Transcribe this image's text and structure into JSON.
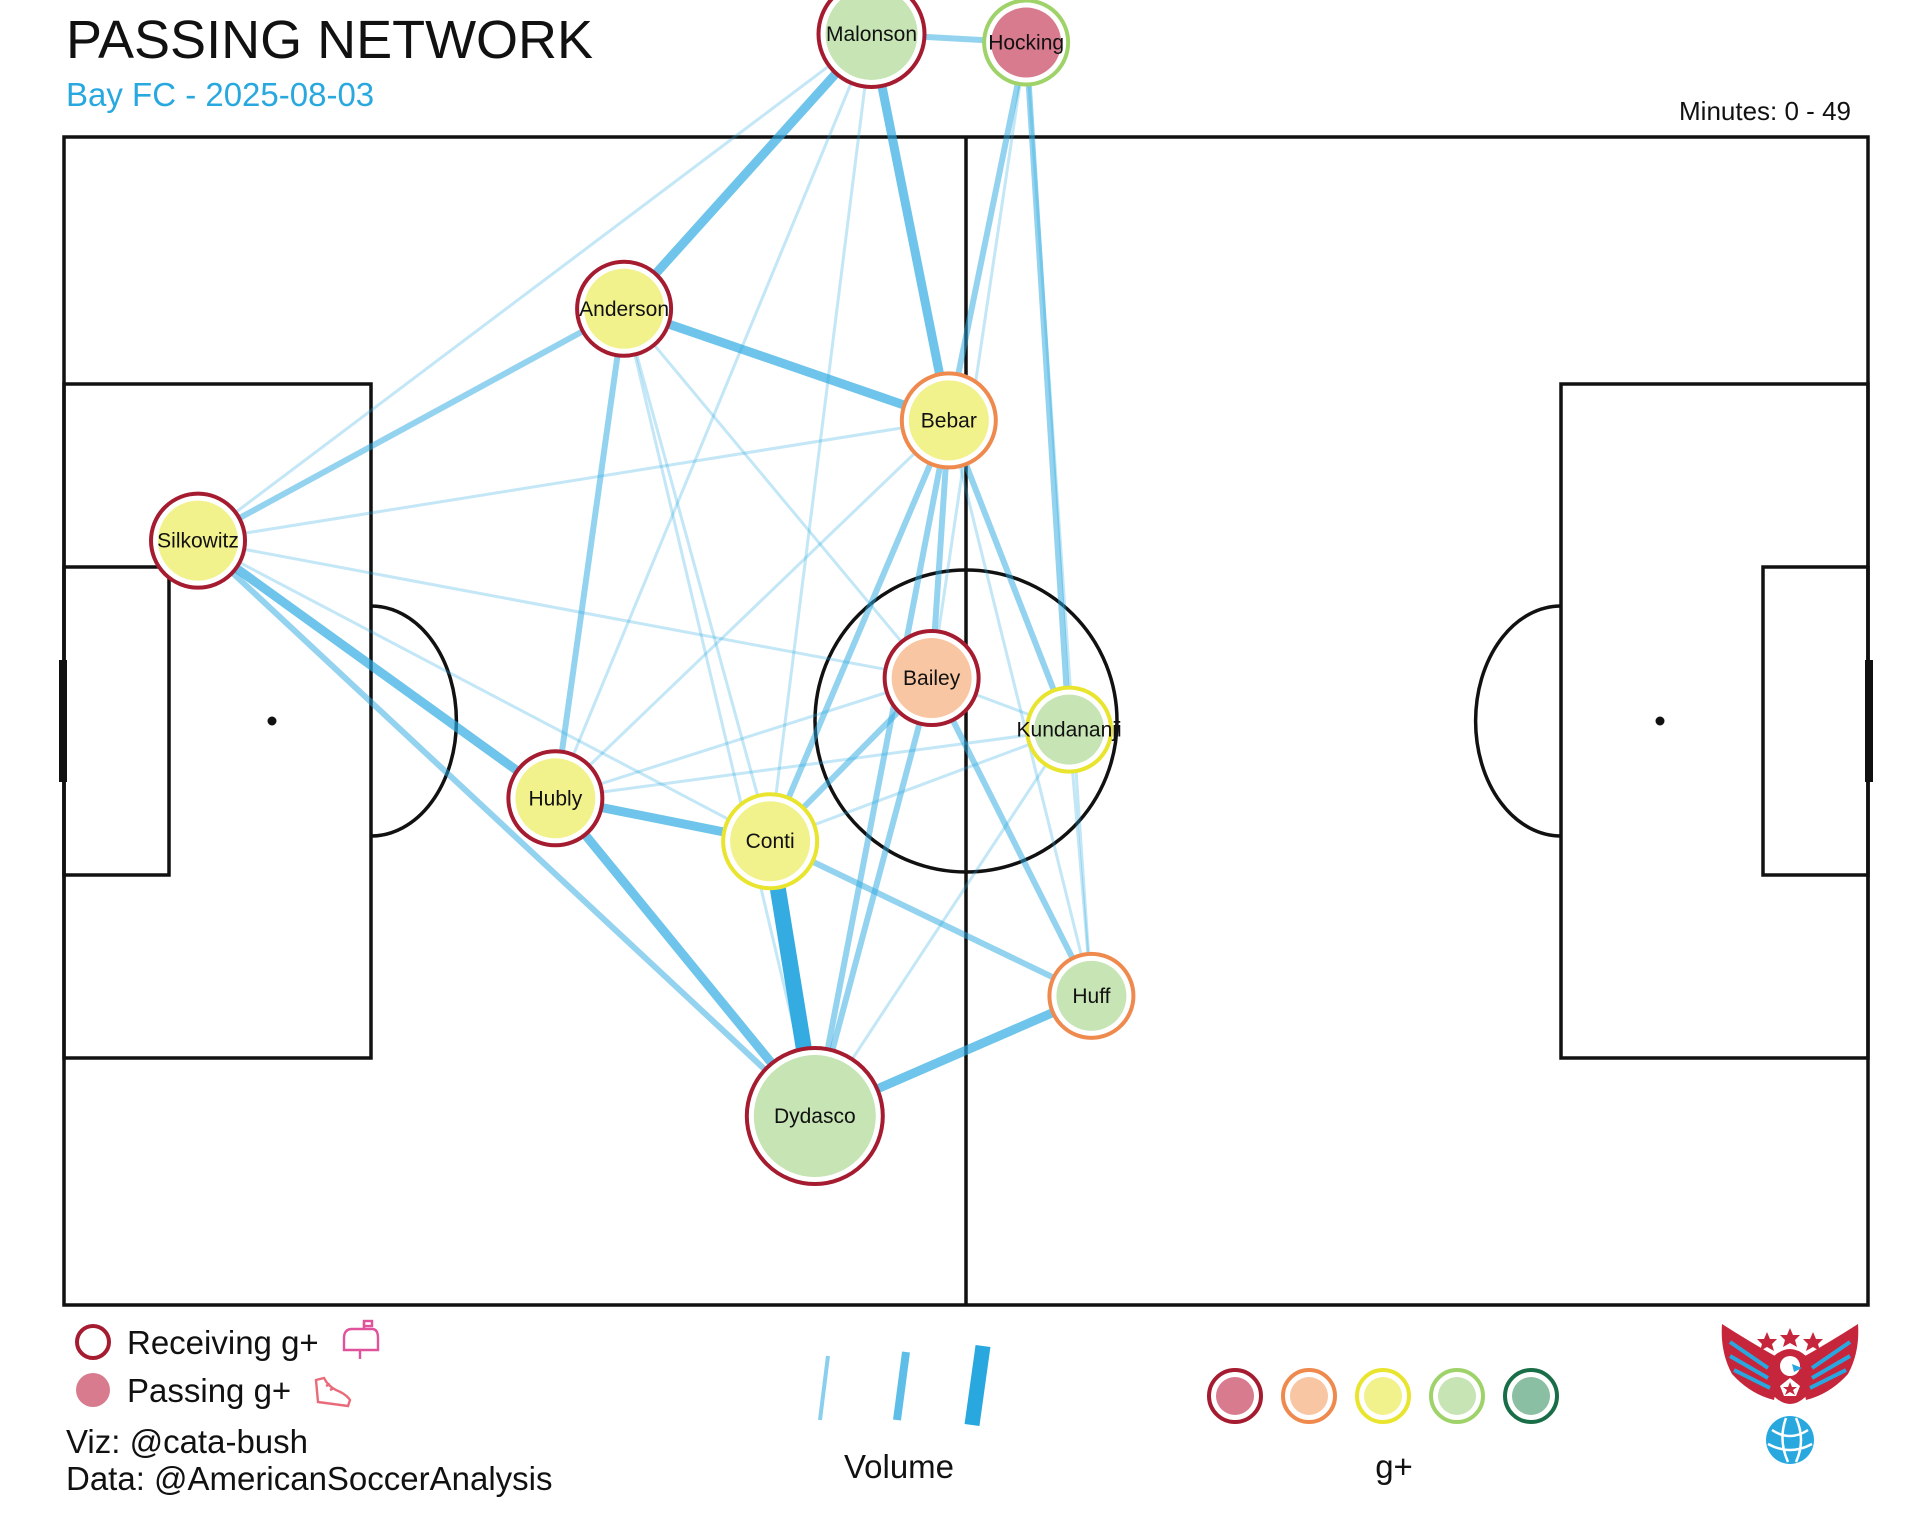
{
  "header": {
    "title": "PASSING NETWORK",
    "subtitle": "Bay FC - 2025-08-03",
    "minutes": "Minutes: 0 - 49"
  },
  "colors": {
    "accent": "#29a8e0",
    "edge": "#29a8e0",
    "gplus_scale": [
      "#d97b8f",
      "#f9c6a3",
      "#f2f28c",
      "#c6e4b4",
      "#8bbfa3"
    ],
    "gplus_rings": [
      "#a51c30",
      "#ef8a4e",
      "#e9e42e",
      "#9fd36a",
      "#1a6e47"
    ]
  },
  "chart_data": {
    "type": "network",
    "title": "PASSING NETWORK",
    "subtitle": "Bay FC - 2025-08-03",
    "minutes": "Minutes: 0 - 49",
    "nodes": [
      {
        "name": "Malonson",
        "x": 47.0,
        "y": 74.0,
        "size": 3,
        "passing_level": 3,
        "receiving_level": 0
      },
      {
        "name": "Hocking",
        "x": 56.0,
        "y": 73.5,
        "size": 1,
        "passing_level": 0,
        "receiving_level": 3
      },
      {
        "name": "Anderson",
        "x": 32.6,
        "y": 58.0,
        "size": 2,
        "passing_level": 2,
        "receiving_level": 0
      },
      {
        "name": "Bebar",
        "x": 51.5,
        "y": 51.5,
        "size": 2,
        "passing_level": 2,
        "receiving_level": 1
      },
      {
        "name": "Silkowitz",
        "x": 7.8,
        "y": 44.5,
        "size": 2,
        "passing_level": 2,
        "receiving_level": 0
      },
      {
        "name": "Bailey",
        "x": 50.5,
        "y": 36.5,
        "size": 2,
        "passing_level": 1,
        "receiving_level": 0
      },
      {
        "name": "Kundananji",
        "x": 58.5,
        "y": 33.5,
        "size": 1,
        "passing_level": 3,
        "receiving_level": 2
      },
      {
        "name": "Hubly",
        "x": 28.6,
        "y": 29.5,
        "size": 2,
        "passing_level": 2,
        "receiving_level": 0
      },
      {
        "name": "Conti",
        "x": 41.1,
        "y": 27.0,
        "size": 2,
        "passing_level": 2,
        "receiving_level": 2
      },
      {
        "name": "Huff",
        "x": 59.8,
        "y": 18.0,
        "size": 1,
        "passing_level": 3,
        "receiving_level": 1
      },
      {
        "name": "Dydasco",
        "x": 43.7,
        "y": 11.0,
        "size": 4,
        "passing_level": 3,
        "receiving_level": 0
      }
    ],
    "edges": [
      {
        "source": "Silkowitz",
        "target": "Hubly",
        "volume": 3
      },
      {
        "source": "Silkowitz",
        "target": "Dydasco",
        "volume": 2
      },
      {
        "source": "Silkowitz",
        "target": "Anderson",
        "volume": 2
      },
      {
        "source": "Silkowitz",
        "target": "Malonson",
        "volume": 1
      },
      {
        "source": "Silkowitz",
        "target": "Bebar",
        "volume": 1
      },
      {
        "source": "Silkowitz",
        "target": "Conti",
        "volume": 1
      },
      {
        "source": "Silkowitz",
        "target": "Bailey",
        "volume": 1
      },
      {
        "source": "Anderson",
        "target": "Malonson",
        "volume": 3
      },
      {
        "source": "Anderson",
        "target": "Bebar",
        "volume": 3
      },
      {
        "source": "Anderson",
        "target": "Hubly",
        "volume": 2
      },
      {
        "source": "Anderson",
        "target": "Conti",
        "volume": 1
      },
      {
        "source": "Anderson",
        "target": "Dydasco",
        "volume": 1
      },
      {
        "source": "Anderson",
        "target": "Bailey",
        "volume": 1
      },
      {
        "source": "Malonson",
        "target": "Bebar",
        "volume": 3
      },
      {
        "source": "Malonson",
        "target": "Hocking",
        "volume": 2
      },
      {
        "source": "Malonson",
        "target": "Conti",
        "volume": 1
      },
      {
        "source": "Malonson",
        "target": "Hubly",
        "volume": 1
      },
      {
        "source": "Hocking",
        "target": "Bebar",
        "volume": 2
      },
      {
        "source": "Hocking",
        "target": "Bailey",
        "volume": 1
      },
      {
        "source": "Hocking",
        "target": "Kundananji",
        "volume": 2
      },
      {
        "source": "Hocking",
        "target": "Huff",
        "volume": 1
      },
      {
        "source": "Bebar",
        "target": "Dydasco",
        "volume": 2
      },
      {
        "source": "Bebar",
        "target": "Conti",
        "volume": 2
      },
      {
        "source": "Bebar",
        "target": "Kundananji",
        "volume": 2
      },
      {
        "source": "Bebar",
        "target": "Huff",
        "volume": 1
      },
      {
        "source": "Bebar",
        "target": "Bailey",
        "volume": 2
      },
      {
        "source": "Bebar",
        "target": "Hubly",
        "volume": 1
      },
      {
        "source": "Hubly",
        "target": "Conti",
        "volume": 3
      },
      {
        "source": "Hubly",
        "target": "Dydasco",
        "volume": 3
      },
      {
        "source": "Hubly",
        "target": "Bailey",
        "volume": 1
      },
      {
        "source": "Hubly",
        "target": "Kundananji",
        "volume": 1
      },
      {
        "source": "Conti",
        "target": "Dydasco",
        "volume": 4
      },
      {
        "source": "Conti",
        "target": "Bailey",
        "volume": 2
      },
      {
        "source": "Conti",
        "target": "Huff",
        "volume": 2
      },
      {
        "source": "Conti",
        "target": "Kundananji",
        "volume": 1
      },
      {
        "source": "Bailey",
        "target": "Dydasco",
        "volume": 2
      },
      {
        "source": "Bailey",
        "target": "Huff",
        "volume": 2
      },
      {
        "source": "Bailey",
        "target": "Kundananji",
        "volume": 1
      },
      {
        "source": "Dydasco",
        "target": "Huff",
        "volume": 3
      },
      {
        "source": "Dydasco",
        "target": "Kundananji",
        "volume": 1
      },
      {
        "source": "Kundananji",
        "target": "Huff",
        "volume": 1
      }
    ]
  },
  "legend": {
    "receiving_label": "Receiving g+",
    "passing_label": "Passing g+",
    "volume_label": "Volume",
    "gplus_label": "g+",
    "receiving_icon": "mailbox-icon",
    "passing_icon": "shoe-icon"
  },
  "credits": {
    "viz": "Viz: @cata-bush",
    "data": "Data: @AmericanSoccerAnalysis"
  },
  "logo": {
    "icon": "eagle-logo-icon"
  }
}
